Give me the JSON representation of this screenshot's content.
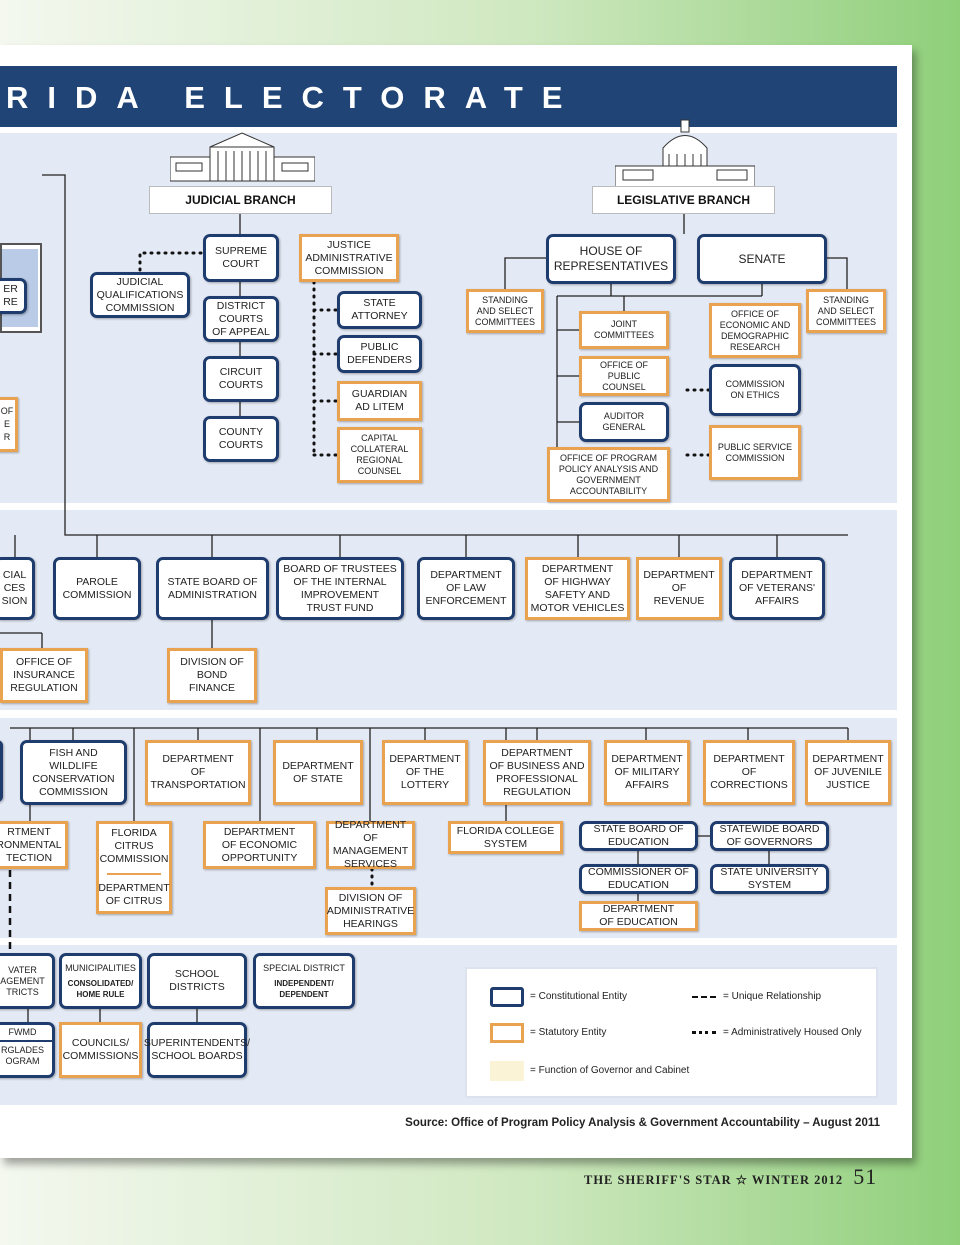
{
  "header": {
    "title": "RIDA ELECTORATE"
  },
  "branches": {
    "judicial": "JUDICIAL BRANCH",
    "legislative": "LEGISLATIVE BRANCH"
  },
  "judicial": {
    "supreme": "SUPREME\nCOURT",
    "district": "DISTRICT\nCOURTS\nOF APPEAL",
    "circuit": "CIRCUIT\nCOURTS",
    "county": "COUNTY\nCOURTS",
    "jqc": "JUDICIAL\nQUALIFICATIONS\nCOMMISSION",
    "jac": "JUSTICE\nADMINISTRATIVE\nCOMMISSION",
    "state_attorney": "STATE\nATTORNEY",
    "public_defenders": "PUBLIC\nDEFENDERS",
    "guardian": "GUARDIAN\nAD LITEM",
    "capital": "CAPITAL\nCOLLATERAL\nREGIONAL\nCOUNSEL"
  },
  "left_partial": {
    "a": "ER\nRE",
    "b": "OF\nE\nR",
    "c": "CIAL\nCES\nSION",
    "d": "RTMENT\nRONMENTAL\nTECTION",
    "e": "VATER\nAGEMENT\nTRICTS",
    "f": "FWMD",
    "g": "RGLADES\nOGRAM"
  },
  "legislative": {
    "house": "HOUSE OF\nREPRESENTATIVES",
    "senate": "SENATE",
    "standing_left": "STANDING\nAND SELECT\nCOMMITTEES",
    "standing_right": "STANDING\nAND SELECT\nCOMMITTEES",
    "joint": "JOINT\nCOMMITTEES",
    "public_counsel": "OFFICE OF\nPUBLIC\nCOUNSEL",
    "auditor": "AUDITOR\nGENERAL",
    "oppaga": "OFFICE OF PROGRAM\nPOLICY ANALYSIS AND\nGOVERNMENT\nACCOUNTABILITY",
    "edr": "OFFICE OF\nECONOMIC AND\nDEMOGRAPHIC\nRESEARCH",
    "ethics": "COMMISSION\nON ETHICS",
    "psc": "PUBLIC SERVICE\nCOMMISSION"
  },
  "cabinet": {
    "parole": "PAROLE\nCOMMISSION",
    "sba": "STATE BOARD OF\nADMINISTRATION",
    "trustees": "BOARD OF TRUSTEES\nOF THE INTERNAL\nIMPROVEMENT\nTRUST FUND",
    "fdle": "DEPARTMENT\nOF LAW\nENFORCEMENT",
    "hsmv": "DEPARTMENT\nOF HIGHWAY\nSAFETY AND\nMOTOR VEHICLES",
    "revenue": "DEPARTMENT\nOF\nREVENUE",
    "veterans": "DEPARTMENT\nOF VETERANS'\nAFFAIRS",
    "oir": "OFFICE OF\nINSURANCE\nREGULATION",
    "bond": "DIVISION OF\nBOND\nFINANCE"
  },
  "agencies": {
    "fwc": "FISH AND\nWILDLIFE\nCONSERVATION\nCOMMISSION",
    "transportation": "DEPARTMENT\nOF\nTRANSPORTATION",
    "state": "DEPARTMENT\nOF STATE",
    "lottery": "DEPARTMENT\nOF THE\nLOTTERY",
    "dbpr": "DEPARTMENT\nOF BUSINESS AND\nPROFESSIONAL\nREGULATION",
    "military": "DEPARTMENT\nOF MILITARY\nAFFAIRS",
    "corrections": "DEPARTMENT\nOF\nCORRECTIONS",
    "juvenile": "DEPARTMENT\nOF JUVENILE\nJUSTICE",
    "citrus_comm": "FLORIDA\nCITRUS\nCOMMISSION",
    "citrus_dept": "DEPARTMENT\nOF CITRUS",
    "deo": "DEPARTMENT\nOF ECONOMIC\nOPPORTUNITY",
    "dms": "DEPARTMENT\nOF MANAGEMENT\nSERVICES",
    "doah": "DIVISION OF\nADMINISTRATIVE\nHEARINGS",
    "fcs": "FLORIDA COLLEGE\nSYSTEM",
    "sbe": "STATE BOARD OF\nEDUCATION",
    "commissioner": "COMMISSIONER OF\nEDUCATION",
    "doe": "DEPARTMENT\nOF EDUCATION",
    "bog": "STATEWIDE BOARD\nOF GOVERNORS",
    "sus": "STATE UNIVERSITY\nSYSTEM"
  },
  "local": {
    "municipalities": "MUNICIPALITIES",
    "municipalities_sub": "CONSOLIDATED/\nHOME RULE",
    "school": "SCHOOL\nDISTRICTS",
    "special": "SPECIAL DISTRICT",
    "special_sub": "INDEPENDENT/\nDEPENDENT",
    "councils": "COUNCILS/\nCOMMISSIONS",
    "superintendents": "SUPERINTENDENTS/\nSCHOOL BOARDS"
  },
  "legend": {
    "constitutional": "= Constitutional Entity",
    "statutory": "= Statutory Entity",
    "function": "= Function of Governor  and Cabinet",
    "unique": "= Unique Relationship",
    "admin": "= Administratively  Housed Only",
    "colors": {
      "constitutional": "#1f3c6e",
      "statutory": "#e9a24f",
      "function": "#fbf3d5"
    }
  },
  "source": "Source:  Office of Program Policy Analysis & Government Accountability – August 2011",
  "footer": {
    "publication": "THE SHERIFF'S STAR",
    "star": "☆",
    "issue": "WINTER 2012",
    "page": "51"
  }
}
